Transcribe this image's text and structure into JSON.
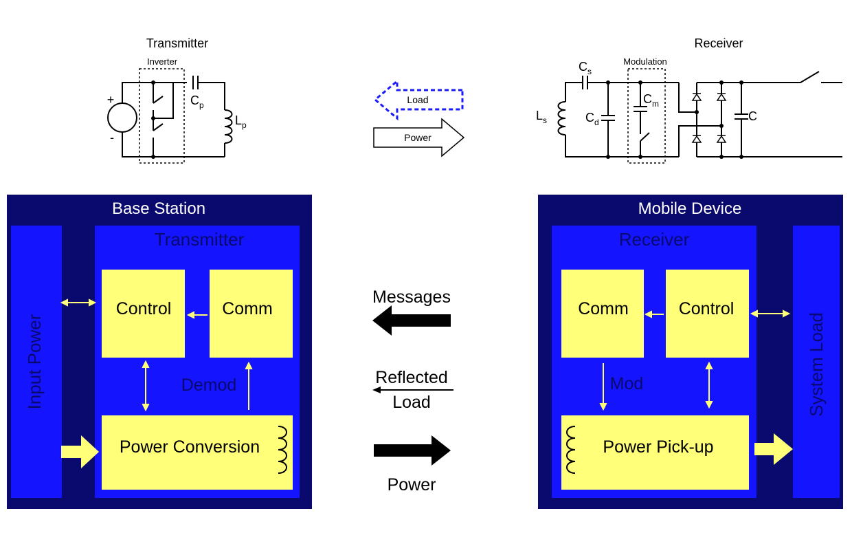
{
  "colors": {
    "dark_navy": "#0a0a6e",
    "blue": "#1414ff",
    "yellow": "#ffff7a",
    "dashed_blue": "#1a1aff",
    "black": "#000000",
    "white": "#ffffff"
  },
  "circuit": {
    "transmitter": {
      "title": "Transmitter",
      "inverter_label": "Inverter",
      "cap_label": "C",
      "cap_sub": "p",
      "inductor_label": "L",
      "inductor_sub": "p",
      "plus": "+",
      "minus": "-"
    },
    "middle": {
      "load_label": "Load",
      "power_label": "Power"
    },
    "receiver": {
      "title": "Receiver",
      "modulation_label": "Modulation",
      "cs_label": "C",
      "cs_sub": "s",
      "cd_label": "C",
      "cd_sub": "d",
      "cm_label": "C",
      "cm_sub": "m",
      "ls_label": "L",
      "ls_sub": "s",
      "c_label": "C"
    }
  },
  "base_station": {
    "title": "Base Station",
    "input_power": "Input Power",
    "transmitter": "Transmitter",
    "control": "Control",
    "comm": "Comm",
    "demod": "Demod",
    "power_conversion": "Power Conversion"
  },
  "mobile_device": {
    "title": "Mobile Device",
    "receiver": "Receiver",
    "comm": "Comm",
    "control": "Control",
    "mod": "Mod",
    "power_pickup": "Power Pick-up",
    "system_load": "System Load"
  },
  "center_flow": {
    "messages": "Messages",
    "reflected": "Reflected",
    "load": "Load",
    "power": "Power"
  }
}
